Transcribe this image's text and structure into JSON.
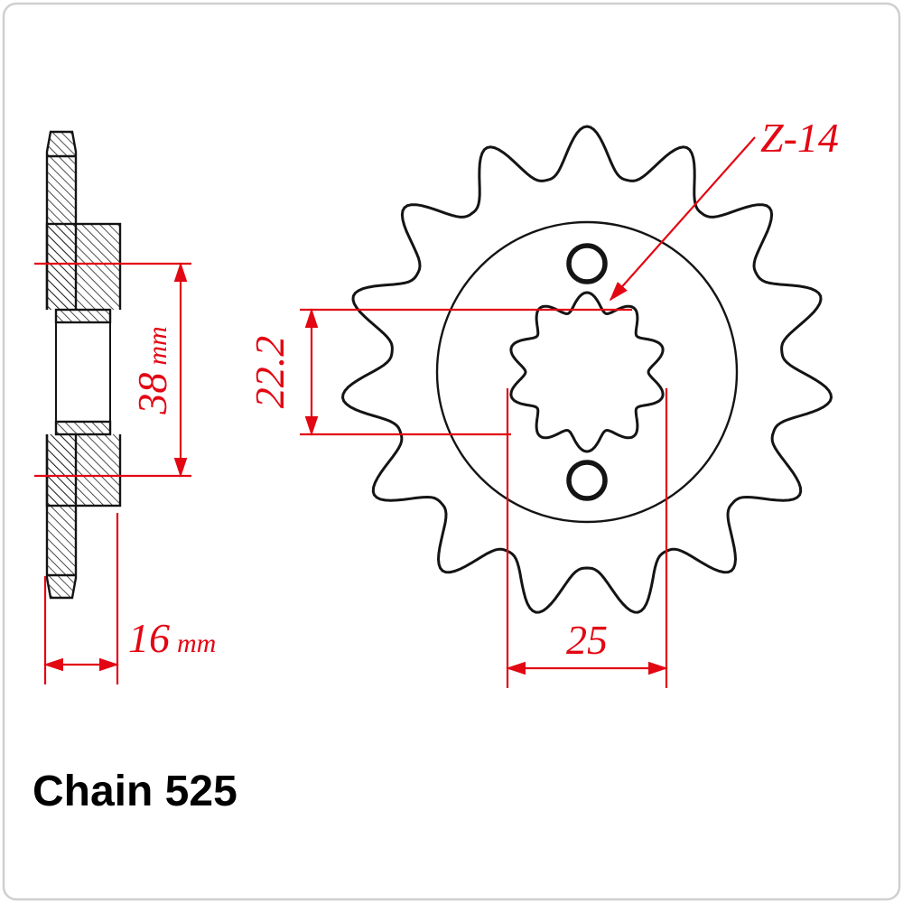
{
  "drawing": {
    "type": "sprocket-technical-drawing",
    "labels": {
      "tooth_callout": "Z-14",
      "bore_diameter": "22.2",
      "hub_diameter": "38",
      "hub_diameter_unit": "mm",
      "width": "16",
      "width_unit": "mm",
      "spline_outer": "25",
      "chain_spec": "Chain 525"
    },
    "colors": {
      "dimension": "#e30613",
      "line": "#141414"
    }
  }
}
